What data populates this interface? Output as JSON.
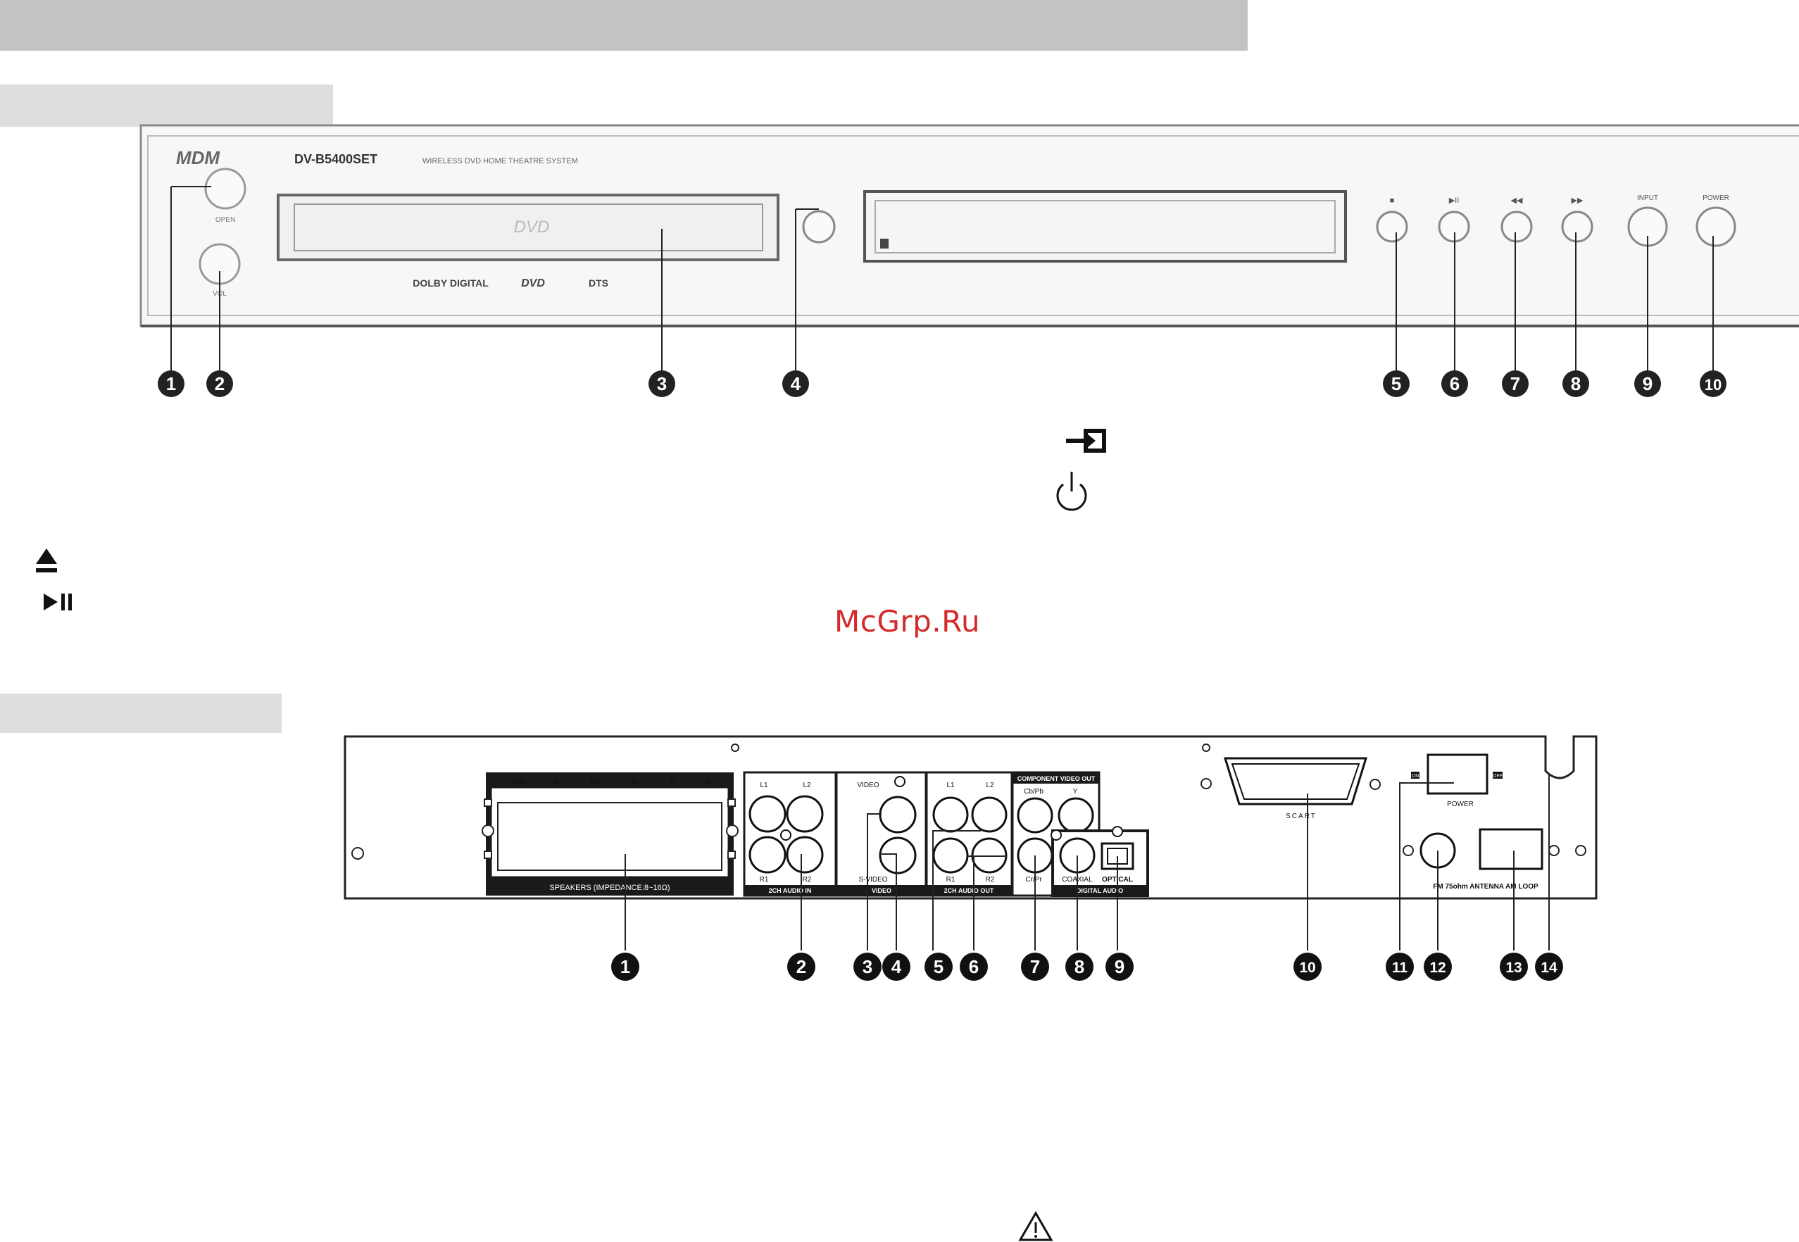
{
  "watermark": "McGrp.Ru",
  "front_panel": {
    "brand": "MDM",
    "model": "DV-B5400SET",
    "tagline": "WIRELESS DVD HOME THEATRE SYSTEM",
    "tray_logo": "DVD",
    "logos": [
      "DOLBY DIGITAL",
      "DVD",
      "DTS"
    ],
    "button_labels": [
      "OPEN",
      "VOL",
      "■",
      "▶II",
      "◀◀",
      "▶▶",
      "INPUT",
      "POWER"
    ],
    "callouts": [
      "1",
      "2",
      "3",
      "4",
      "5",
      "6",
      "7",
      "8",
      "9",
      "10"
    ]
  },
  "legend_icons": {
    "input_icon": "input-icon",
    "power_icon": "power-icon",
    "eject_icon": "eject-icon",
    "play_pause_icon": "play-pause-icon"
  },
  "rear_panel": {
    "speaker_channels": [
      "SW",
      "C",
      "SR",
      "SL",
      "R",
      "L"
    ],
    "speakers_label": "SPEAKERS   (IMPEDANCE:8~16Ω)",
    "audio_in_labels": [
      "L1",
      "L2",
      "R1",
      "R2"
    ],
    "audio_in_title": "2CH AUDIO IN",
    "video_label": "VIDEO",
    "svideo_label": "S-VIDEO",
    "video_title": "VIDEO",
    "audio_out_labels": [
      "L1",
      "L2",
      "R1",
      "R2"
    ],
    "audio_out_title": "2CH AUDIO OUT",
    "component_title": "COMPONENT VIDEO OUT",
    "component_labels": [
      "Cb/Pb",
      "Y",
      "Cr/Pr"
    ],
    "coaxial_label": "COAXIAL",
    "optical_label": "OPTICAL",
    "digital_audio_title": "DIGITAL AUDIO",
    "scart_label": "SCART",
    "power_on": "ON",
    "power_off": "OFF",
    "power_label": "POWER",
    "antenna_label": "FM 75ohm  ANTENNA  AM LOOP",
    "callouts": [
      "1",
      "2",
      "3",
      "4",
      "5",
      "6",
      "7",
      "8",
      "9",
      "10",
      "11",
      "12",
      "13",
      "14"
    ]
  },
  "warning_icon": "warning-icon"
}
